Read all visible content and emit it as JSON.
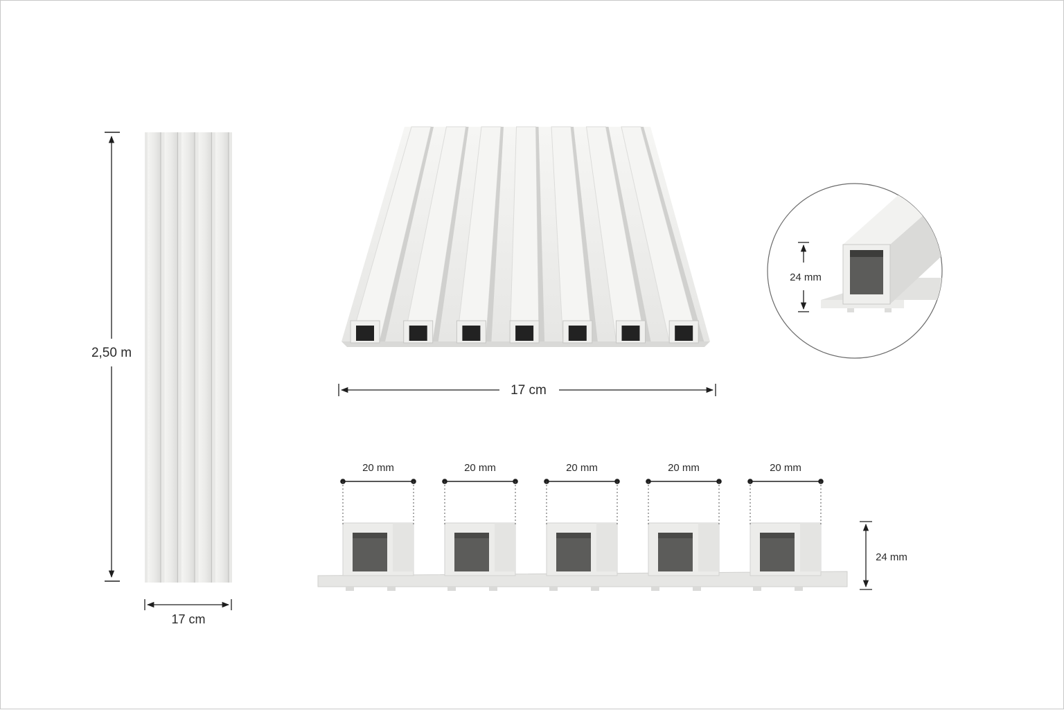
{
  "labels": {
    "panel_height": "2,50 m",
    "panel_width_front": "17 cm",
    "panel_width_perspective": "17 cm",
    "detail_slat_height": "24 mm",
    "profile_height": "24 mm",
    "slat_widths": [
      "20 mm",
      "20 mm",
      "20 mm",
      "20 mm",
      "20 mm"
    ]
  },
  "colors": {
    "panel_face": "#ececea",
    "panel_shade": "#d4d4d2",
    "slot_dark": "#222222",
    "profile_hollow": "#5c5c5a",
    "dimension_line": "#1e1e1e",
    "frame_border": "#c8c8c8"
  }
}
